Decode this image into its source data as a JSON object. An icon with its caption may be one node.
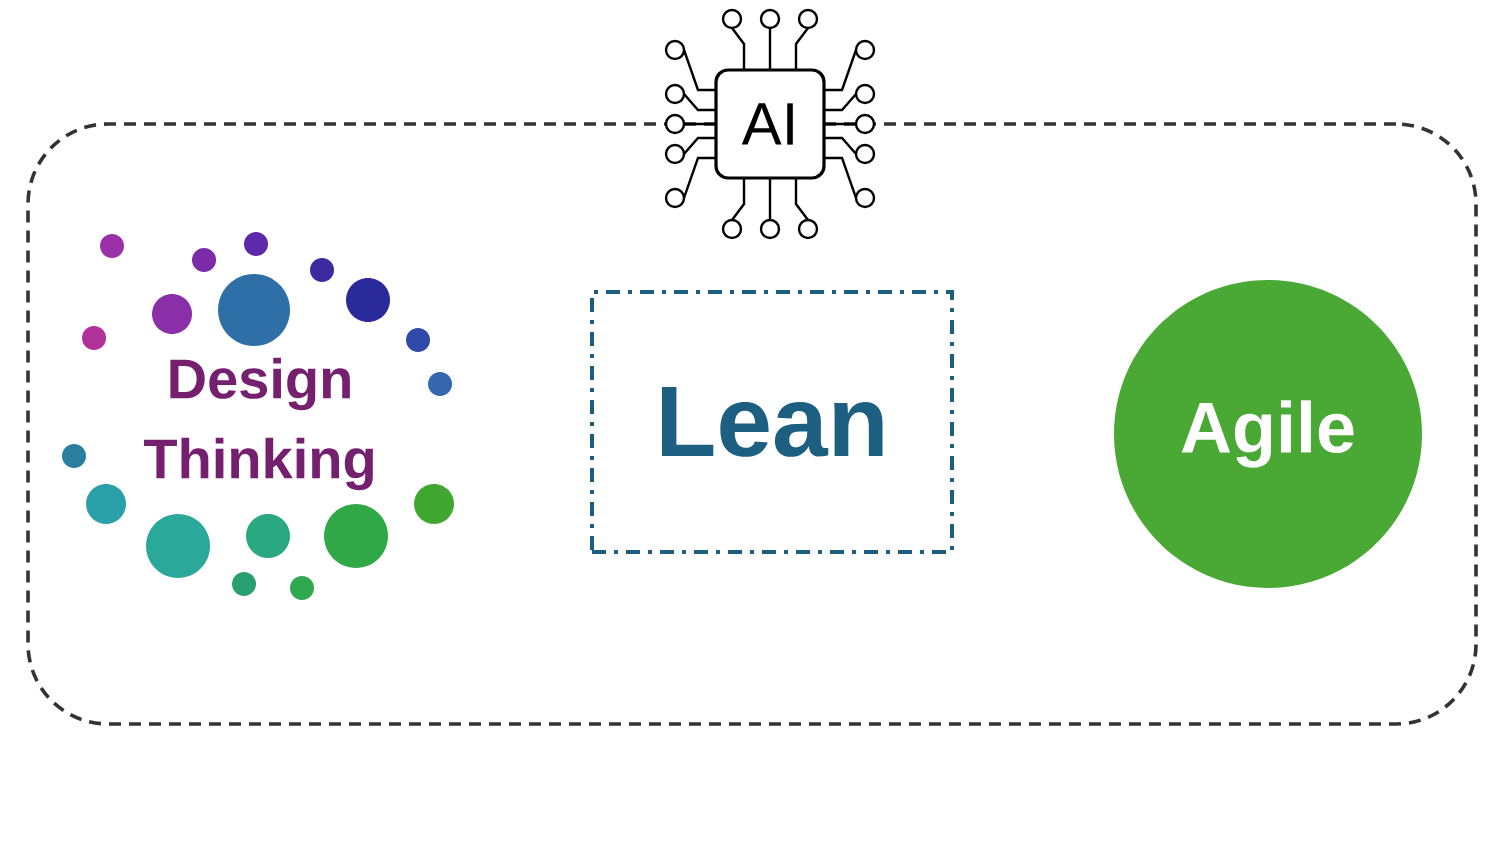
{
  "diagram": {
    "nodes": [
      {
        "text": [],
        "shape": "box"
      },
      {
        "text": [
          "AI"
        ]
      },
      {
        "text": [
          "Design Thinking"
        ],
        "in": 0
      },
      {
        "text": [
          "Lean"
        ],
        "in": 0
      },
      {
        "text": [
          "Agile"
        ],
        "in": 0
      }
    ]
  }
}
